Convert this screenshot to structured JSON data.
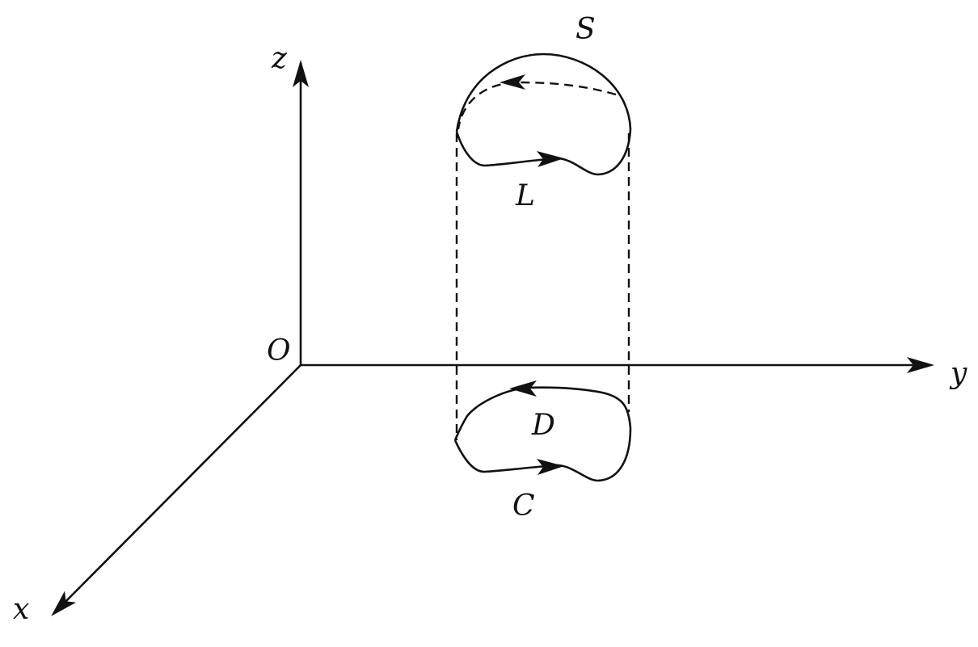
{
  "labels": {
    "z_axis": "z",
    "y_axis": "y",
    "x_axis": "x",
    "origin": "O",
    "surface": "S",
    "upper_curve": "L",
    "region": "D",
    "lower_curve": "C"
  },
  "colors": {
    "ink": "#111111",
    "background": "#ffffff"
  }
}
